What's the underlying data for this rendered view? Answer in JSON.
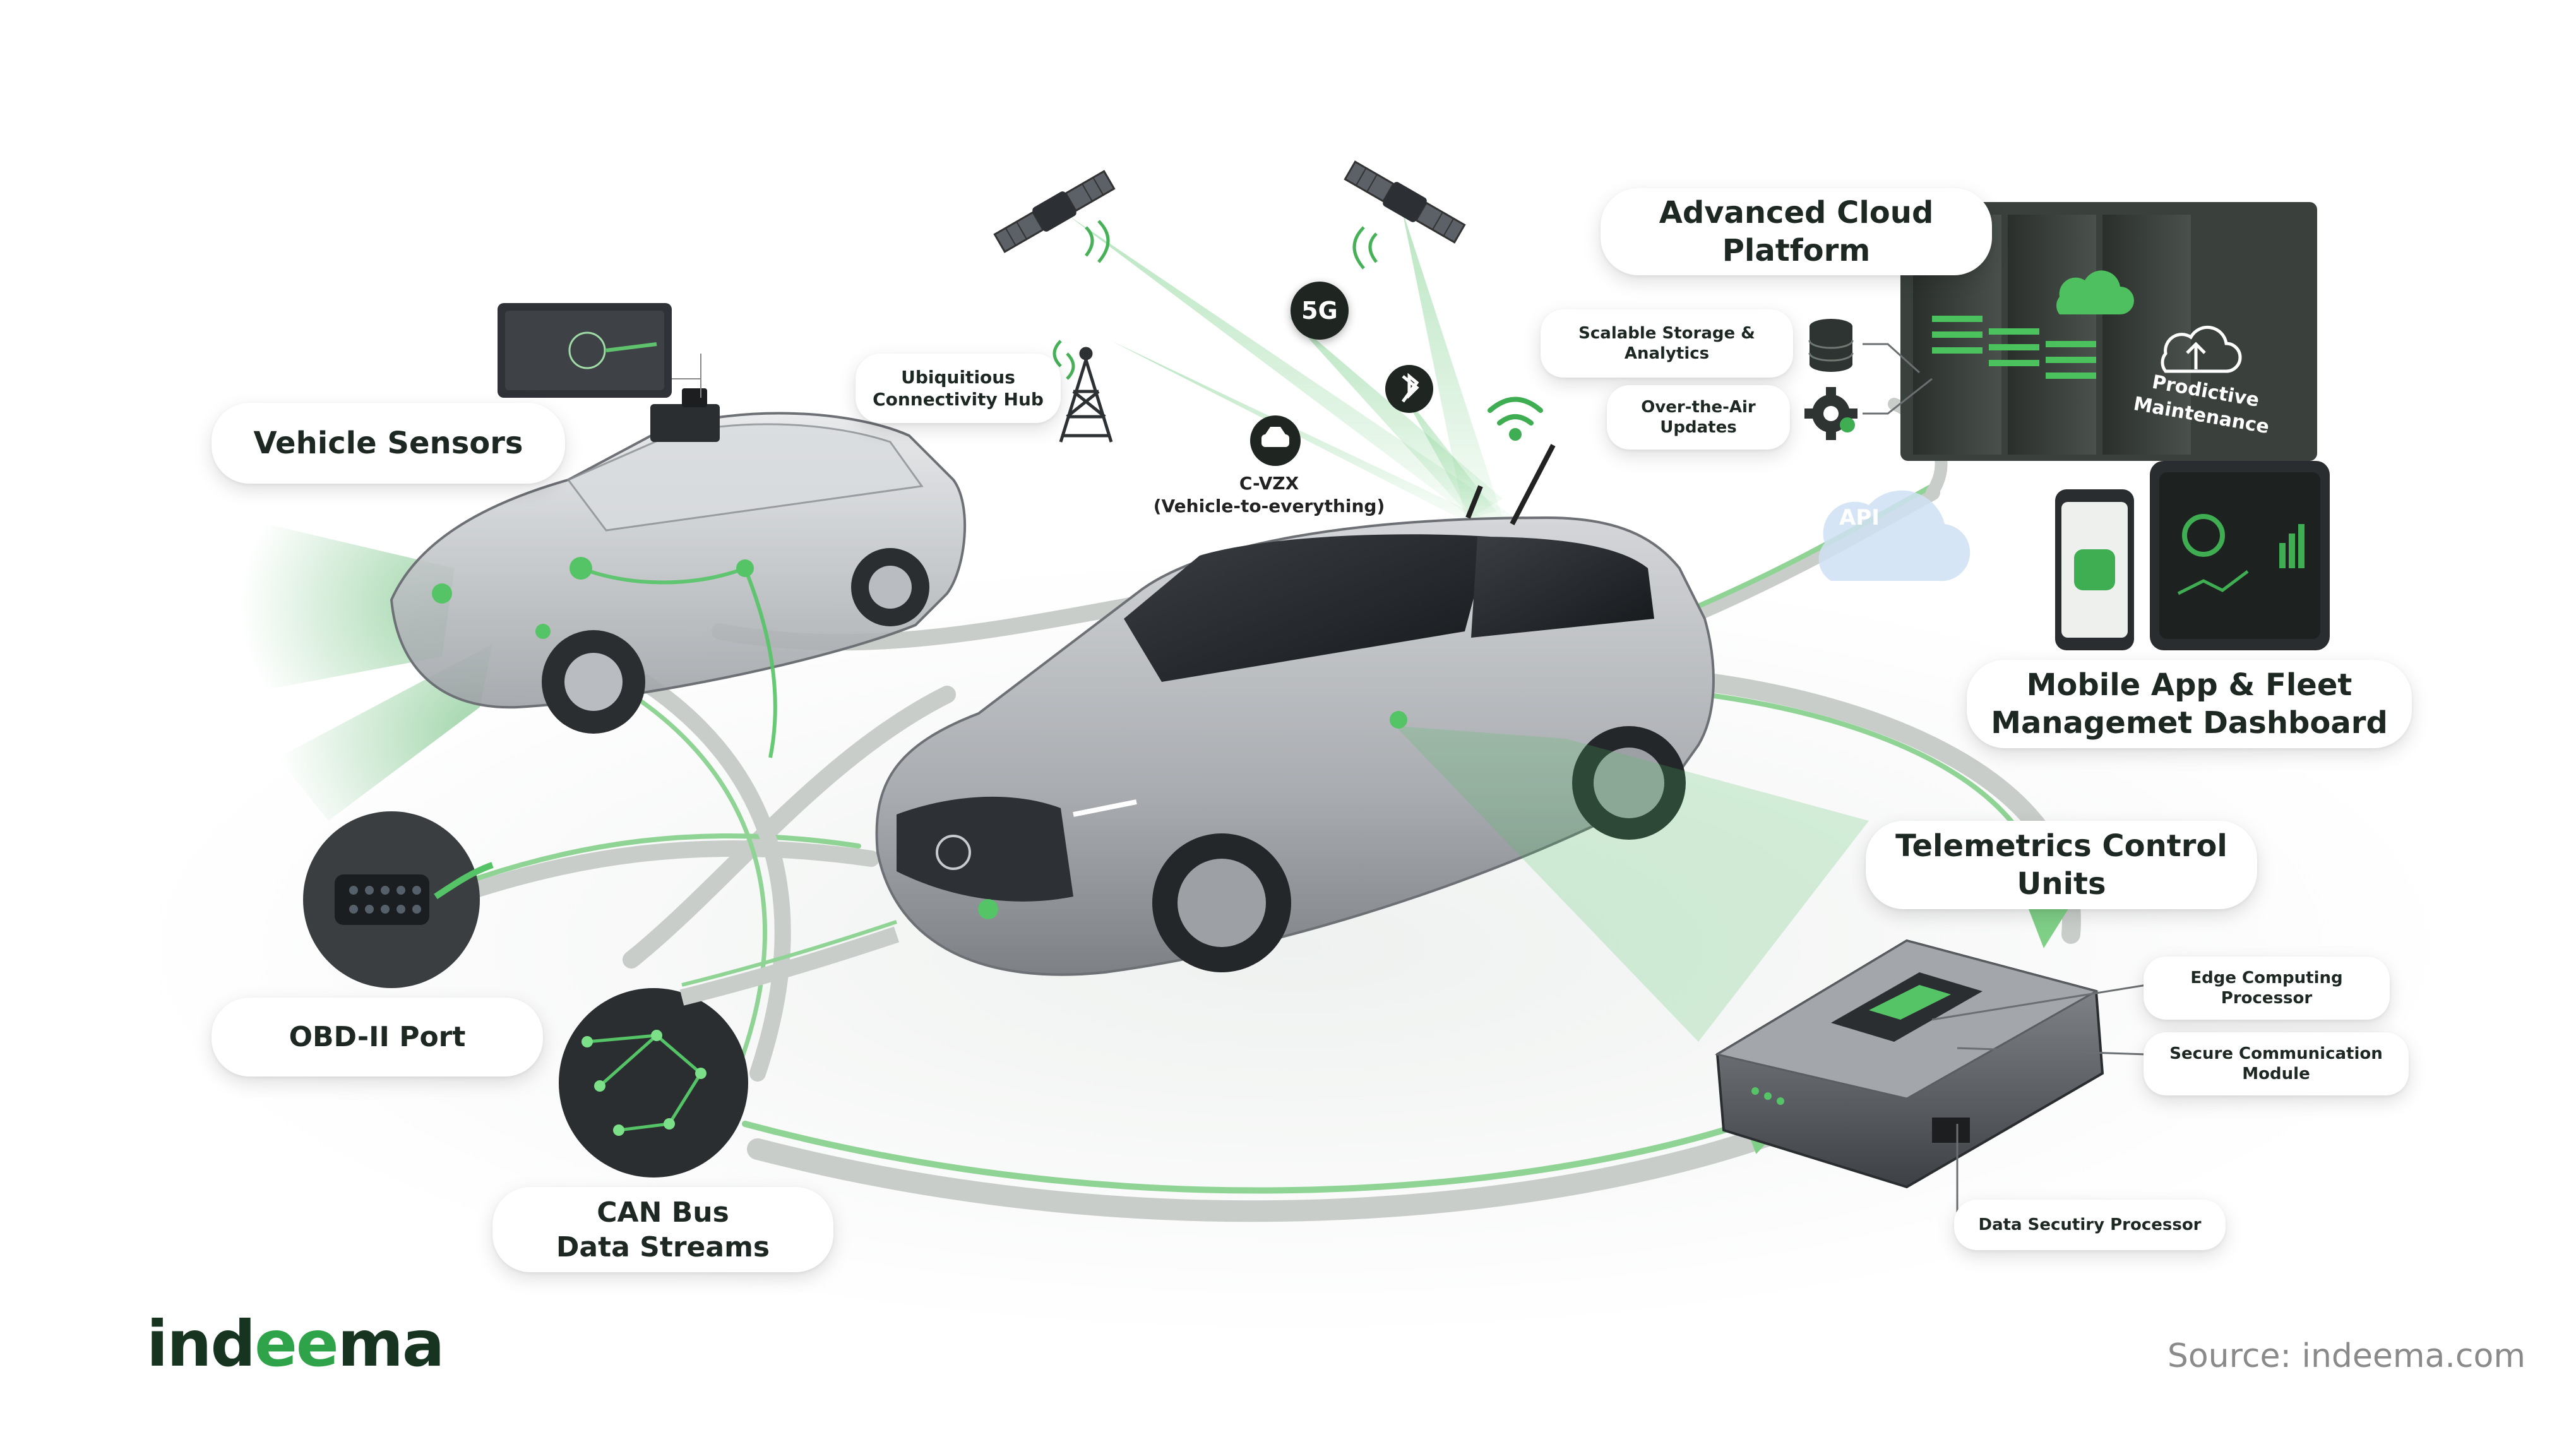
{
  "labels": {
    "vehicle_sensors": "Vehicle Sensors",
    "connectivity_hub": [
      "Ubiquitious",
      "Connectivity Hub"
    ],
    "cvzx": [
      "C-VZX",
      "(Vehicle-to-everything)"
    ],
    "cloud_platform": [
      "Advanced Cloud",
      "Platform"
    ],
    "storage": [
      "Scalable Storage &",
      "Analytics"
    ],
    "ota": [
      "Over-the-Air",
      "Updates"
    ],
    "predictive": [
      "Prodictive",
      "Maintenance"
    ],
    "api": "API",
    "mobile_app": [
      "Mobile App & Fleet",
      "Managemet Dashboard"
    ],
    "telematics": [
      "Telemetrics Control",
      "Units"
    ],
    "edge": [
      "Edge Computing",
      "Processor"
    ],
    "secure_comm": [
      "Secure Communication",
      "Module"
    ],
    "data_security": "Data Secutiry Processor",
    "obd": "OBD-II Port",
    "canbus": [
      "CAN Bus",
      "Data Streams"
    ],
    "fiveg": "5G"
  },
  "brand": {
    "logo_prefix": "ind",
    "logo_ee": "ee",
    "logo_suffix": "ma",
    "source": "Source:  indeema.com"
  },
  "icons": {
    "satellite_left": "satellite-icon",
    "satellite_right": "satellite-icon",
    "tower": "cell-tower-icon",
    "fiveg": "5g-icon",
    "bluetooth": "bluetooth-icon",
    "wifi": "wifi-icon",
    "v2x": "car-signal-icon",
    "database": "database-icon",
    "gear": "gear-icon",
    "cloud": "cloud-icon",
    "phone": "phone-icon",
    "tablet": "tablet-dashboard-icon"
  },
  "colors": {
    "accent_green": "#3db552",
    "dark_green": "#16341f",
    "flow_gray": "#c9cdca",
    "car_silver": "#b9bbbf"
  }
}
